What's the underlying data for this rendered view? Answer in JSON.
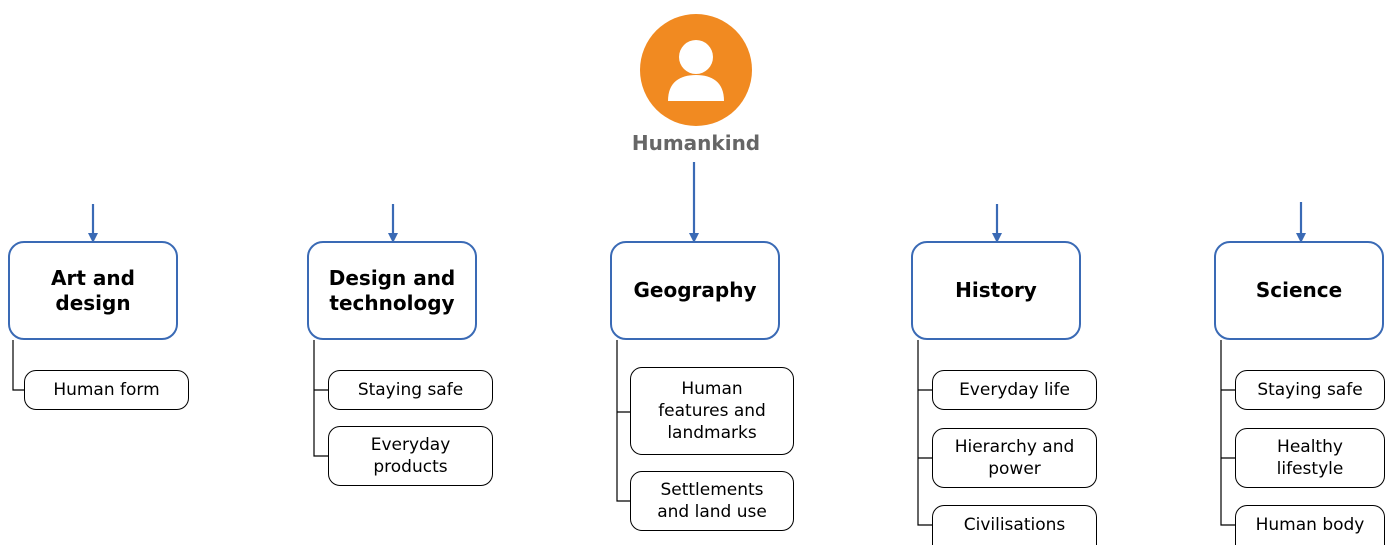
{
  "root": {
    "label": "Humankind",
    "icon": "person-icon",
    "color": "#f18a21"
  },
  "accent": "#3a6ab5",
  "categories": [
    {
      "title": "Art and design",
      "items": [
        "Human form"
      ]
    },
    {
      "title": "Design and technology",
      "items": [
        "Staying safe",
        "Everyday products"
      ]
    },
    {
      "title": "Geography",
      "items": [
        "Human features and landmarks",
        "Settlements and land use"
      ]
    },
    {
      "title": "History",
      "items": [
        "Everyday life",
        "Hierarchy and power",
        "Civilisations"
      ]
    },
    {
      "title": "Science",
      "items": [
        "Staying safe",
        "Healthy lifestyle",
        "Human body"
      ]
    }
  ]
}
